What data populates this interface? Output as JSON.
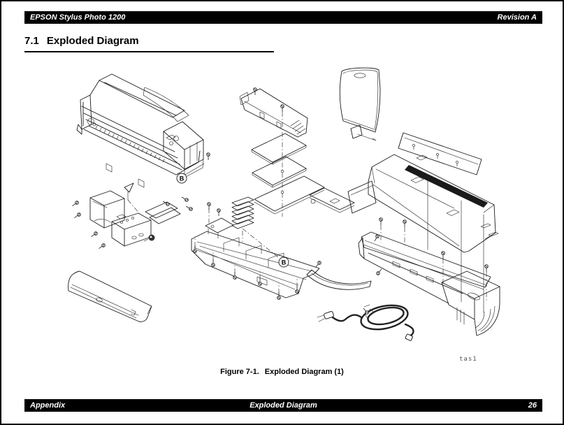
{
  "header": {
    "product": "EPSON Stylus Photo 1200",
    "revision": "Revision A"
  },
  "section": {
    "number": "7.1",
    "title": "Exploded Diagram"
  },
  "figure": {
    "caption_label": "Figure 7-1.",
    "caption_title": "Exploded Diagram (1)",
    "callout_b_mechanism": "B",
    "callout_b_chassis": "B",
    "drawing_code": "tas1"
  },
  "footer": {
    "left": "Appendix",
    "center": "Exploded Diagram",
    "page_number": "26"
  },
  "colors": {
    "bar_background": "#000000",
    "bar_text": "#ffffff",
    "line_art": "#1c1c1c",
    "page_background": "#ffffff"
  }
}
